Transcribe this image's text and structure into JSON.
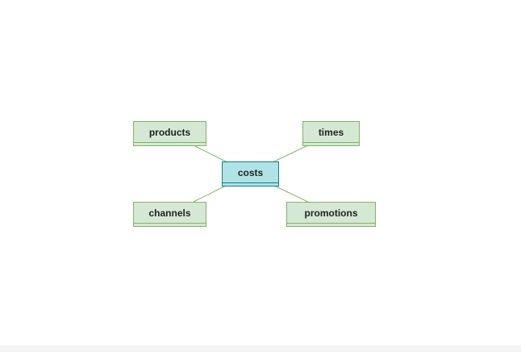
{
  "diagram": {
    "fact": {
      "label": "costs",
      "fill": "#b0e3e6",
      "stroke": "#0e8088"
    },
    "dimensions": [
      {
        "id": "products",
        "label": "products"
      },
      {
        "id": "times",
        "label": "times"
      },
      {
        "id": "channels",
        "label": "channels"
      },
      {
        "id": "promotions",
        "label": "promotions"
      }
    ],
    "dimension_colors": {
      "fill": "#d5e8d4",
      "stroke": "#82b366"
    },
    "edge_color": "#82b366"
  }
}
